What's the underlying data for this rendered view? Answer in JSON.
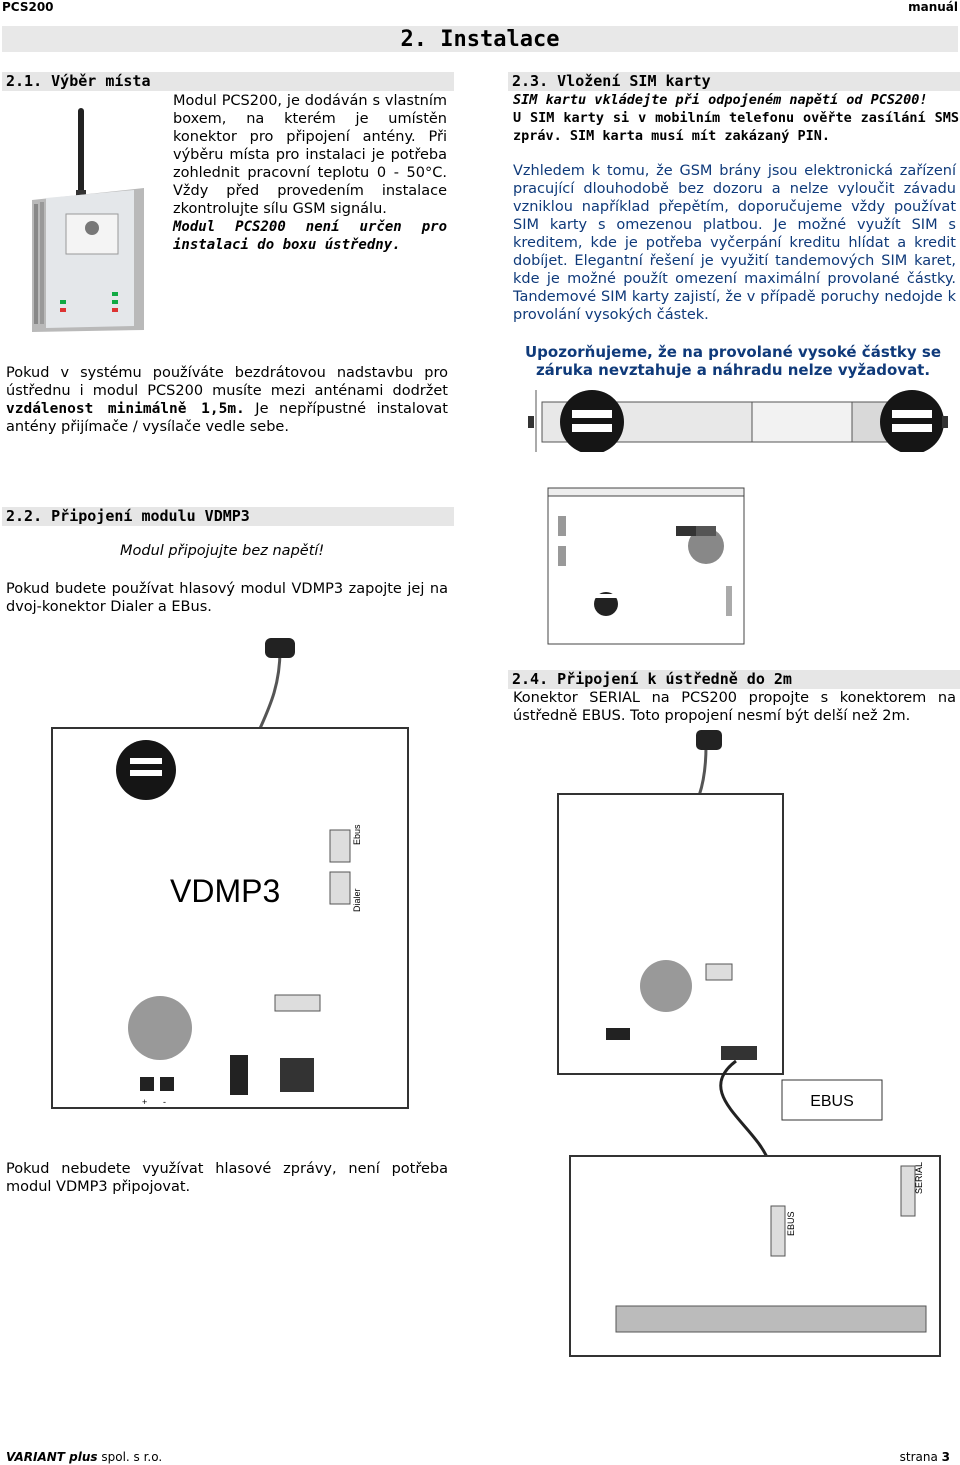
{
  "header": {
    "left": "PCS200",
    "right": "manuál"
  },
  "chapter_title": "2. Instalace",
  "s21": {
    "title": "2.1. Výběr místa",
    "para1": "Modul PCS200, je dodáván s vlastním boxem, na kterém je umístěn konektor pro připojení antény. Při výběru místa pro instalaci je potřeba zohlednit pracovní teplotu 0 - 50°C. Vždy před provedením instalace zkontrolujte sílu GSM signálu.",
    "para1_em": "Modul PCS200 není určen pro instalaci do boxu ústředny.",
    "para2_a": "Pokud v systému používáte bezdrátovou nadstavbu pro ústřednu i modul PCS200 musíte mezi anténami dodržet ",
    "para2_b": "vzdálenost minimálně 1,5m.",
    "para2_c": " Je nepřípustné instalovat antény přijímače / vysílače vedle sebe."
  },
  "s22": {
    "title": "2.2. Připojení modulu VDMP3",
    "note": "Modul připojujte bez napětí!",
    "para1": "Pokud budete používat hlasový modul VDMP3 zapojte jej na dvoj-konektor Dialer a EBus.",
    "board_label": "VDMP3",
    "conn_ebus": "Ebus",
    "conn_dialer": "Dialer",
    "plus": "+",
    "minus": "-",
    "para2": "Pokud nebudete využívat hlasové zprávy, není potřeba modul VDMP3 připojovat."
  },
  "s23": {
    "title": "2.3. Vložení SIM karty",
    "l1": "SIM kartu vkládejte při odpojeném napětí od PCS200!",
    "l2": "U SIM karty si v mobilním telefonu ověřte zasílání SMS zpráv. SIM karta musí mít zakázaný PIN.",
    "para": "Vzhledem k tomu, že GSM brány jsou elektronická zařízení pracující dlouhodobě bez dozoru a nelze vyloučit závadu vzniklou například přepětím, doporučujeme vždy používat SIM karty s omezenou platbou. Je možné využít SIM s kreditem, kde je potřeba vyčerpání kreditu hlídat a kredit dobíjet. Elegantní řešení je využití tandemových SIM karet, kde je možné použít omezení maximální provolané částky. Tandemové SIM karty zajistí, že v případě poruchy nedojde k provolání vysokých částek.",
    "warning": "Upozorňujeme, že na provolané vysoké částky se záruka nevztahuje a náhradu nelze vyžadovat."
  },
  "s24": {
    "title": "2.4. Připojení k ústředně do 2m",
    "para": "Konektor SERIAL na PCS200 propojte s konektorem na ústředně EBUS. Toto propojení nesmí být delší než 2m.",
    "label_ebus_box": "EBUS",
    "label_ebus": "EBUS",
    "label_serial": "SERIAL"
  },
  "footer": {
    "company": "VARIANT plus",
    "company_rest": " spol. s r.o.",
    "page_label": "strana ",
    "page_number": "3"
  }
}
